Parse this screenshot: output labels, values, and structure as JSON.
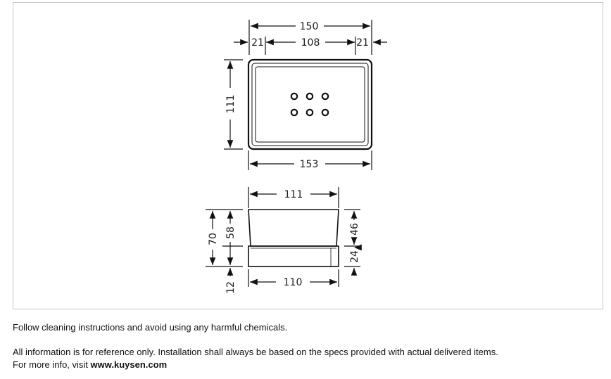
{
  "top_view": {
    "overall_width": "150",
    "inner_width": "108",
    "left_rim": "21",
    "right_rim": "21",
    "height": "111",
    "base_width": "153"
  },
  "side_view": {
    "top_width": "111",
    "bottom_width": "110",
    "total_height": "70",
    "upper_height": "58",
    "base_height": "12",
    "right_upper": "46",
    "right_lower": "24"
  },
  "notes": {
    "cleaning": "Follow cleaning instructions and avoid using any harmful chemicals.",
    "disclaimer": "All information is for reference only. Installation shall always be based on the specs provided with actual delivered items.",
    "more_info_prefix": "For more info, visit ",
    "website": "www.kuysen.com"
  }
}
